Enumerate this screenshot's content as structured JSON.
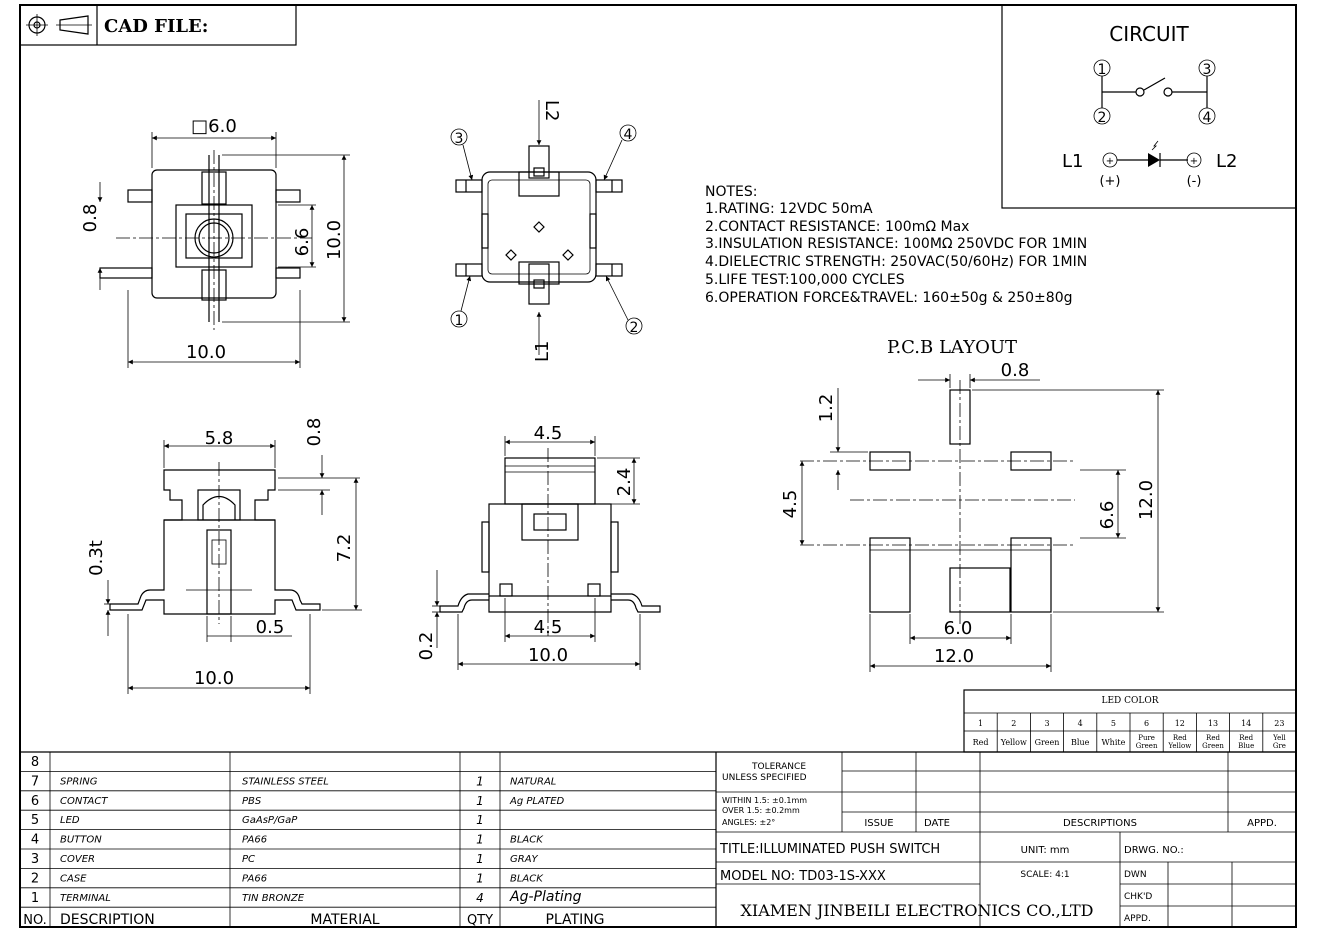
{
  "header": {
    "cad_label": "CAD FILE:"
  },
  "circuit": {
    "title": "CIRCUIT",
    "pins": [
      "1",
      "2",
      "3",
      "4"
    ],
    "l1": "L1",
    "l2": "L2",
    "plus": "(+)",
    "minus": "(-)"
  },
  "notes": {
    "title": "NOTES:",
    "lines": [
      "1.RATING: 12VDC 50mA",
      "2.CONTACT RESISTANCE: 100mΩ Max",
      "3.INSULATION RESISTANCE: 100MΩ 250VDC FOR 1MIN",
      "4.DIELECTRIC STRENGTH: 250VAC(50/60Hz) FOR 1MIN",
      "5.LIFE TEST:100,000 CYCLES",
      "6.OPERATION FORCE&TRAVEL: 160±50g & 250±80g"
    ]
  },
  "dims": {
    "top": {
      "width": "□6.0",
      "left": "0.8",
      "inner": "6.6",
      "outer": "10.0",
      "bottom": "10.0"
    },
    "pins": {
      "p1": "1",
      "p2": "2",
      "p3": "3",
      "p4": "4",
      "l1": "L1",
      "l2": "L2"
    },
    "side": {
      "top": "5.8",
      "cap": "0.8",
      "height": "7.2",
      "thk": "0.3t",
      "lead": "0.5",
      "bottom": "10.0"
    },
    "front": {
      "top": "4.5",
      "cap": "2.4",
      "base": "0.2",
      "inner": "4.5",
      "bottom": "10.0"
    },
    "pcb": {
      "title": "P.C.B LAYOUT",
      "w": "0.8",
      "h": "1.2",
      "left": "4.5",
      "mid": "6.6",
      "right": "12.0",
      "b1": "6.0",
      "b2": "12.0"
    }
  },
  "led_color": {
    "title": "LED COLOR",
    "codes": [
      "1",
      "2",
      "3",
      "4",
      "5",
      "6",
      "12",
      "13",
      "14",
      "23"
    ],
    "colors": [
      [
        "Red"
      ],
      [
        "Yellow"
      ],
      [
        "Green"
      ],
      [
        "Blue"
      ],
      [
        "White"
      ],
      [
        "Pure",
        "Green"
      ],
      [
        "Red",
        "Yellow"
      ],
      [
        "Red",
        "Green"
      ],
      [
        "Red",
        "Blue"
      ],
      [
        "Yell",
        "Gre"
      ]
    ]
  },
  "bom": {
    "rows": [
      {
        "no": "8",
        "desc": "",
        "mat": "",
        "qty": "",
        "plating": ""
      },
      {
        "no": "7",
        "desc": "SPRING",
        "mat": "STAINLESS STEEL",
        "qty": "1",
        "plating": "NATURAL"
      },
      {
        "no": "6",
        "desc": "CONTACT",
        "mat": "PBS",
        "qty": "1",
        "plating": "Ag PLATED"
      },
      {
        "no": "5",
        "desc": "LED",
        "mat": "GaAsP/GaP",
        "qty": "1",
        "plating": ""
      },
      {
        "no": "4",
        "desc": "BUTTON",
        "mat": "PA66",
        "qty": "1",
        "plating": "BLACK"
      },
      {
        "no": "3",
        "desc": "COVER",
        "mat": "PC",
        "qty": "1",
        "plating": "GRAY"
      },
      {
        "no": "2",
        "desc": "CASE",
        "mat": "PA66",
        "qty": "1",
        "plating": "BLACK"
      },
      {
        "no": "1",
        "desc": "TERMINAL",
        "mat": "TIN BRONZE",
        "qty": "4",
        "plating": "Ag-Plating"
      }
    ],
    "headers": {
      "no": "NO.",
      "desc": "DESCRIPTION",
      "mat": "MATERIAL",
      "qty": "QTY",
      "plating": "PLATING"
    }
  },
  "title_block": {
    "tolerance": [
      "TOLERANCE",
      "UNLESS SPECIFIED"
    ],
    "tol_lines": [
      "WITHIN 1.5: ±0.1mm",
      "OVER 1.5: ±0.2mm",
      "ANGLES: ±2°"
    ],
    "issue": "ISSUE",
    "date": "DATE",
    "descriptions": "DESCRIPTIONS",
    "appd": "APPD.",
    "title": "TITLE:ILLUMINATED PUSH SWITCH",
    "unit": "UNIT: mm",
    "drwg": "DRWG. NO.:",
    "model": "MODEL NO: TD03-1S-XXX",
    "scale": "SCALE: 4:1",
    "dwn": "DWN",
    "company": "XIAMEN JINBEILI ELECTRONICS CO.,LTD",
    "chkd": "CHK'D",
    "appd2": "APPD."
  }
}
